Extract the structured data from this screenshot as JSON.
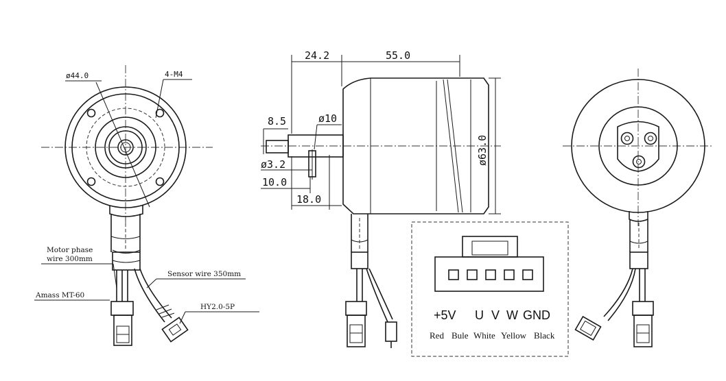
{
  "front_view": {
    "diameter_label": "ø44.0",
    "holes_label": "4-M4",
    "phase_wire_label_1": "Motor phase",
    "phase_wire_label_2": "wire 300mm",
    "connector_label": "Amass MT-60",
    "sensor_wire_label": "Sensor wire 350mm",
    "sensor_connector_label": "HY2.0-5P"
  },
  "side_view": {
    "dim_shaft_length": "24.2",
    "dim_body_length": "55.0",
    "dim_shaft_step": "8.5",
    "dim_shaft_dia": "ø10",
    "dim_body_dia": "ø63.0",
    "dim_pin_dia": "ø3.2",
    "dim_10": "10.0",
    "dim_18": "18.0"
  },
  "pinout": {
    "pins": [
      "+5V",
      "U",
      "V",
      "W",
      "GND"
    ],
    "colors": [
      "Red",
      "Bule",
      "White",
      "Yellow",
      "Black"
    ]
  }
}
